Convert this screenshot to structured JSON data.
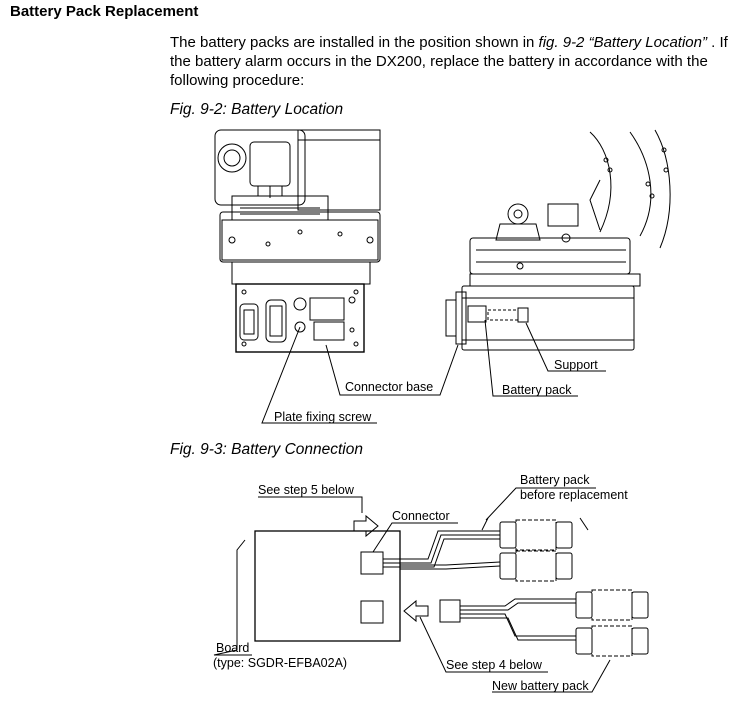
{
  "heading": "Battery Pack Replacement",
  "paragraph": {
    "part1": "The battery packs are installed in the position shown in ",
    "ref1": "fig. 9-2  “Battery Location”",
    "part2": " .  If the battery alarm occurs in the DX200, replace the battery in accordance with the following procedure:"
  },
  "figure1": {
    "caption": "Fig. 9-2: Battery Location",
    "labels": {
      "connector_base": "Connector base",
      "plate_fixing_screw": "Plate fixing screw",
      "support": "Support",
      "battery_pack": "Battery pack"
    }
  },
  "figure2": {
    "caption": "Fig. 9-3: Battery Connection",
    "labels": {
      "see_step5": "See step 5 below",
      "connector": "Connector",
      "battery_pack_before_line1": "Battery pack",
      "battery_pack_before_line2": "before replacement",
      "board": "Board",
      "board_type": "(type: SGDR-EFBA02A)",
      "see_step4": "See step 4 below",
      "new_battery_pack": "New battery pack"
    }
  }
}
